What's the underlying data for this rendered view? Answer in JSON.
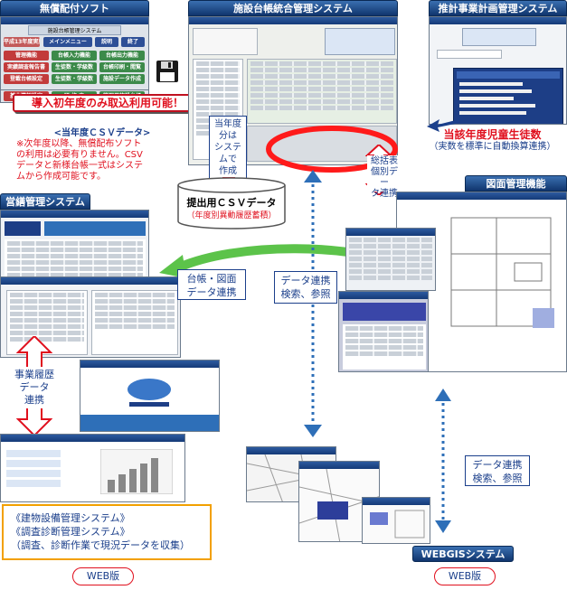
{
  "titles": {
    "free_software": "無償配付ソフト",
    "facility_ledger": "施設台帳統合管理システム",
    "repair_plan": "推計事業計画管理システム",
    "business_mgmt": "営繕管理システム",
    "drawing_mgmt": "図面管理機能",
    "webgis": "WEBGISシステム"
  },
  "free_software_panel": {
    "window_title": "施設台帳管理システム",
    "menu_label": "メインメニュー",
    "buttons": [
      "平成13年度実施調査",
      "説明",
      "終了",
      "管理機能",
      "台帳入力機能",
      "台帳出力機能",
      "実績調査報告書",
      "生徒数・学級数",
      "台帳印刷・閲覧",
      "登載台帳設定",
      "生徒数・学級数",
      "施設データ作成",
      "基本情報設定",
      "研 修 表",
      "管理用施設台帳"
    ]
  },
  "banner_first_year": "導入初年度のみ取込利用可能！",
  "csv_note": {
    "heading": "<当年度ＣＳＶデータ>",
    "lines": [
      "※次年度以降、無償配布ソフト",
      "の利用は必要有りません。CSV",
      "データと新様台帳一式はシステ",
      "ムから作成可能です。"
    ]
  },
  "callouts": {
    "current_year": [
      "当年度",
      "分は",
      "システ",
      "ムで",
      "作成"
    ],
    "ledger_link": [
      "総括表",
      "個別デー",
      "タ連携"
    ],
    "ledger_drawing": [
      "台帳・図面",
      "データ連携"
    ],
    "data_search": [
      "データ連携",
      "検索、参照"
    ],
    "history": [
      "事業履歴",
      "データ",
      "連携"
    ],
    "data_search2": [
      "データ連携",
      "検索、参照"
    ]
  },
  "csv_db": {
    "title": "提出用ＣＳＶデータ",
    "subtitle": "（年度別異動履歴蓄積）"
  },
  "current_year_note": {
    "title": "当該年度児童生徒数",
    "subtitle": "（実数を標準に自動換算連携）"
  },
  "web_systems": {
    "line1": "《建物設備管理システム》",
    "line2": "《調査診断管理システム》",
    "line3": "（調査、診断作業で現況データを収集）"
  },
  "web_badge_left": "WEB版",
  "web_badge_right": "WEB版",
  "colors": {
    "navy": "#1b3f8b",
    "red": "#e0101e",
    "green": "#5cc34a",
    "accent_red_ring": "#ff1a1a"
  }
}
